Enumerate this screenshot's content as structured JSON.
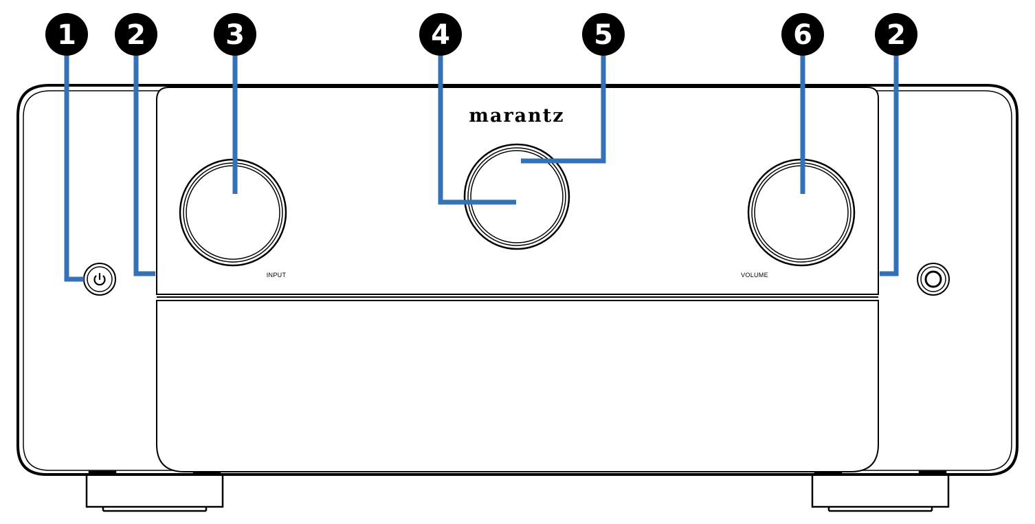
{
  "brand": "marantz",
  "labels": {
    "input": "INPUT",
    "volume": "VOLUME"
  },
  "callouts": [
    {
      "id": "1",
      "number": "1"
    },
    {
      "id": "2-left",
      "number": "2"
    },
    {
      "id": "3",
      "number": "3"
    },
    {
      "id": "4",
      "number": "4"
    },
    {
      "id": "5",
      "number": "5"
    },
    {
      "id": "6",
      "number": "6"
    },
    {
      "id": "2-right",
      "number": "2"
    }
  ],
  "icons": {
    "power": "power-icon",
    "jack": "headphone-jack-icon"
  },
  "colors": {
    "leader": "#3372b7",
    "outline": "#000000",
    "callout_bg": "#000000"
  }
}
